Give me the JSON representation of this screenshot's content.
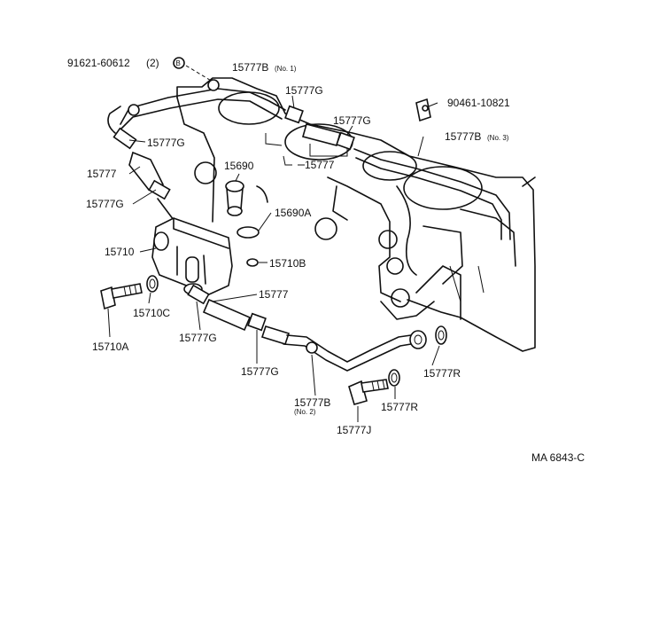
{
  "labels": {
    "bolt_91621": "91621-60612",
    "bolt_91621_qty": "(2)",
    "washer_symbol": "B",
    "hose_15777b_no1": "15777B",
    "hose_15777b_no1_sub": "(No. 1)",
    "clamp_g_top1": "15777G",
    "clamp_g_top2": "15777G",
    "bolt_90461": "90461-10821",
    "hose_15777b_no3": "15777B",
    "hose_15777b_no3_sub": "(No. 3)",
    "clamp_g_left1": "15777G",
    "hose_15777_mid": "15777",
    "valve_15690": "15690",
    "hose_15777_left": "15777",
    "clamp_g_left2": "15777G",
    "grommet_15690a": "15690A",
    "separator_15710": "15710",
    "oring_15710b": "15710B",
    "hose_15777_lower": "15777",
    "gasket_15710c": "15710C",
    "clamp_g_lower1": "15777G",
    "bolt_15710a": "15710A",
    "clamp_g_lower2": "15777G",
    "hose_15777b_no2": "15777B",
    "hose_15777b_no2_sub": "(No. 2)",
    "gasket_15777r_right": "15777R",
    "gasket_15777r_lower": "15777R",
    "bolt_15777j": "15777J",
    "figure_code": "MA 6843-C"
  }
}
